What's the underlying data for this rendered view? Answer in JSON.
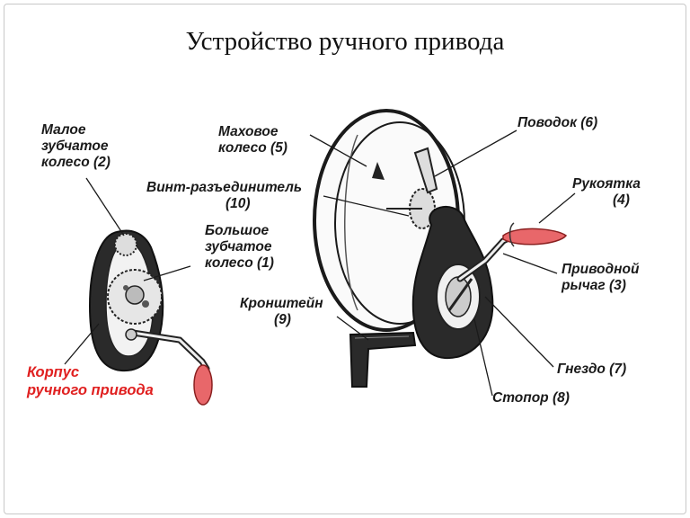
{
  "title": "Устройство ручного привода",
  "labels": {
    "small_gear": [
      "Малое",
      "зубчатое",
      "колесо (2)"
    ],
    "big_gear": [
      "Большое",
      "зубчатое",
      "колесо (1)"
    ],
    "housing": [
      "Корпус",
      "ручного привода"
    ],
    "flywheel": [
      "Маховое",
      "колесо  (5)"
    ],
    "disconnect_screw": [
      "Винт-разъединитель",
      "(10)"
    ],
    "bracket": [
      "Кронштейн",
      "(9)"
    ],
    "driver": [
      "Поводок (6)"
    ],
    "handle": [
      "Рукоятка",
      "(4)"
    ],
    "drive_lever": [
      "Приводной",
      "рычаг  (3)"
    ],
    "socket": [
      "Гнездо (7)"
    ],
    "stopper": [
      "Стопор (8)"
    ]
  },
  "colors": {
    "accent": "#e02020",
    "handle_fill": "#e8676a",
    "ink": "#1a1a1a"
  }
}
